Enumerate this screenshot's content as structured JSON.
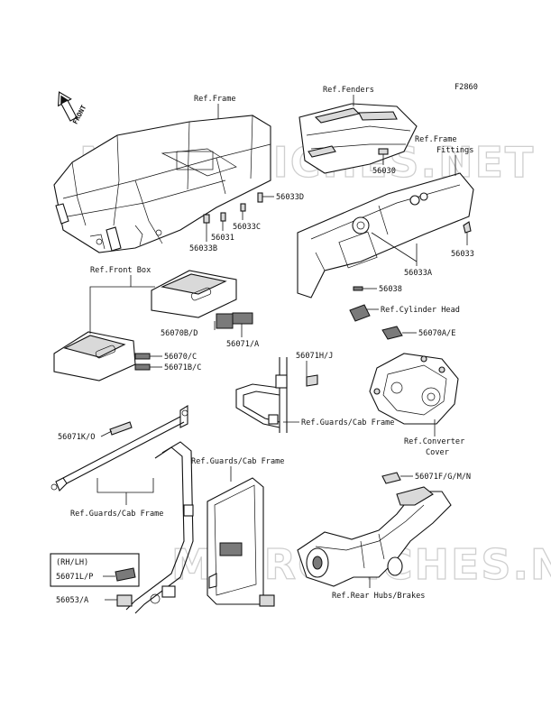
{
  "diagram_code": "F2860",
  "watermark": "MICROFICHES.NET",
  "front_arrow": "FRONT",
  "refs": {
    "frame": "Ref.Frame",
    "fenders": "Ref.Fenders",
    "frame_fittings_1": "Ref.Frame",
    "frame_fittings_2": "Fittings",
    "front_box": "Ref.Front Box",
    "cylinder_head": "Ref.Cylinder Head",
    "guards_cab_frame_mid": "Ref.Guards/Cab Frame",
    "converter_cover_1": "Ref.Converter",
    "converter_cover_2": "Cover",
    "guards_cab_frame_top": "Ref.Guards/Cab Frame",
    "guards_cab_frame_left": "Ref.Guards/Cab Frame",
    "rear_hubs_brakes": "Ref.Rear Hubs/Brakes"
  },
  "parts": {
    "p56033D": "56033D",
    "p56033C": "56033C",
    "p56031": "56031",
    "p56033B": "56033B",
    "p56030": "56030",
    "p56033": "56033",
    "p56033A": "56033A",
    "p56038": "56038",
    "p56070AE": "56070A/E",
    "p56070BD": "56070B/D",
    "p56071A": "56071/A",
    "p56070C": "56070/C",
    "p56071BC": "56071B/C",
    "p56071HJ": "56071H/J",
    "p56071KO": "56071K/O",
    "p56071FGMN": "56071F/G/M/N",
    "rh_lh": "(RH/LH)",
    "p56071LP": "56071L/P",
    "p56053A": "56053/A"
  }
}
